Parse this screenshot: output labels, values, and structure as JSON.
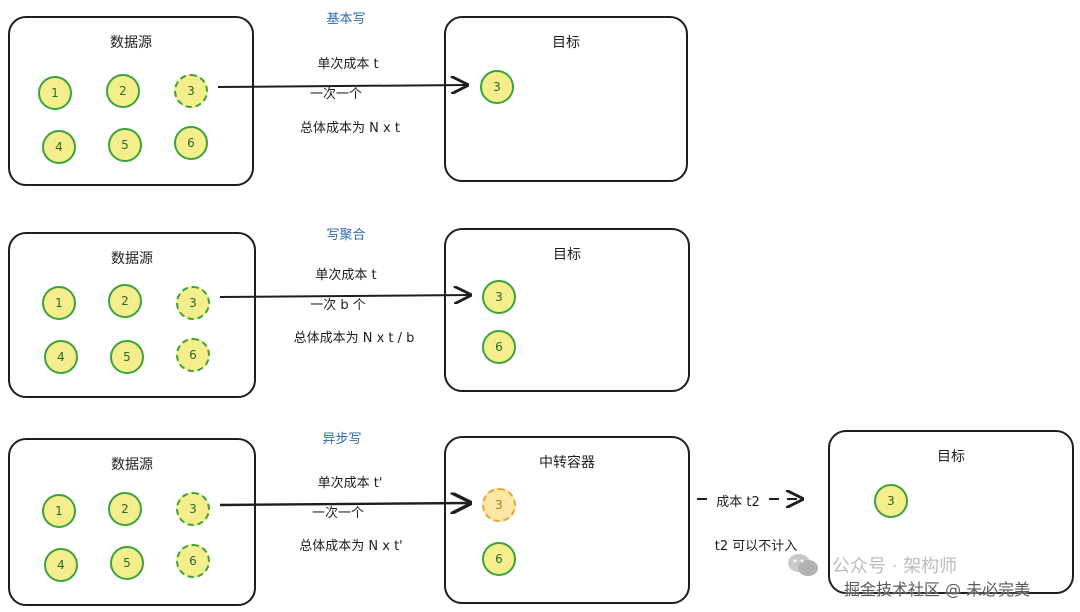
{
  "section1": {
    "heading": "基本写",
    "source_title": "数据源",
    "target_title": "目标",
    "source_nodes": [
      "1",
      "2",
      "3",
      "4",
      "5",
      "6"
    ],
    "target_nodes": [
      "3"
    ],
    "labels": [
      "单次成本 t",
      "一次一个",
      "总体成本为 N x t"
    ]
  },
  "section2": {
    "heading": "写聚合",
    "source_title": "数据源",
    "target_title": "目标",
    "source_nodes": [
      "1",
      "2",
      "3",
      "4",
      "5",
      "6"
    ],
    "target_nodes": [
      "3",
      "6"
    ],
    "labels": [
      "单次成本 t",
      "一次 b 个",
      "总体成本为 N x t / b"
    ]
  },
  "section3": {
    "heading": "异步写",
    "source_title": "数据源",
    "middle_title": "中转容器",
    "target_title": "目标",
    "source_nodes": [
      "1",
      "2",
      "3",
      "4",
      "5",
      "6"
    ],
    "middle_nodes": [
      "3",
      "6"
    ],
    "target_nodes": [
      "3"
    ],
    "labels": [
      "单次成本 t'",
      "一次一个",
      "总体成本为 N x t'"
    ],
    "transfer_label": "成本 t2",
    "transfer_note": "t2 可以不计入"
  },
  "watermark": {
    "line1": "公众号 · 架构师",
    "line2": "掘金技术社区 @ 未必完美"
  },
  "colors": {
    "node_fill": "#f4ef8c",
    "node_border": "#3aa33a",
    "pending_fill": "#fde7a4",
    "pending_border": "#e8a63a",
    "heading": "#2b6cb5"
  }
}
